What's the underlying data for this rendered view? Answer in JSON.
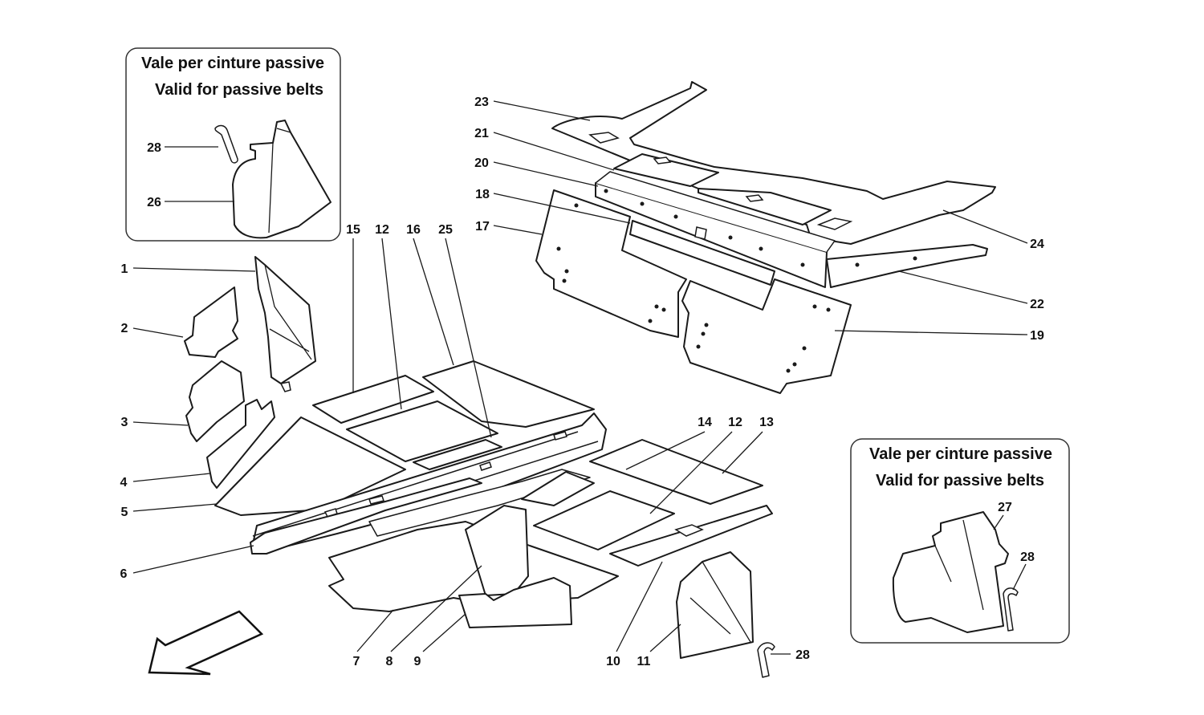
{
  "insets": {
    "left": {
      "line1": "Vale per cinture passive",
      "line2": "Valid for passive belts"
    },
    "right": {
      "line1": "Vale per cinture passive",
      "line2": "Valid for passive belts"
    }
  },
  "callouts": {
    "c1": "1",
    "c2": "2",
    "c3": "3",
    "c4": "4",
    "c5": "5",
    "c6": "6",
    "c7": "7",
    "c8": "8",
    "c9": "9",
    "c10": "10",
    "c11": "11",
    "c12a": "12",
    "c12b": "12",
    "c13": "13",
    "c14": "14",
    "c15": "15",
    "c16": "16",
    "c17": "17",
    "c18": "18",
    "c19": "19",
    "c20": "20",
    "c21": "21",
    "c22": "22",
    "c23": "23",
    "c24": "24",
    "c25": "25",
    "c26": "26",
    "c27": "27",
    "c28a": "28",
    "c28b": "28",
    "c28c": "28"
  },
  "icons": {
    "direction_arrow": "arrow-down-left-icon"
  }
}
